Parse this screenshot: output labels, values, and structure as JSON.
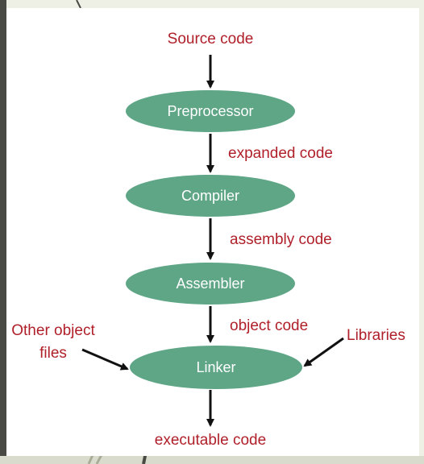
{
  "colors": {
    "node_fill": "#5fa687",
    "label_red": "#b0202a",
    "arrow": "#111111",
    "frame_dark": "#4a4a44",
    "backdrop": "#eef0e6"
  },
  "diagram": {
    "input_label": "Source code",
    "nodes": {
      "preprocessor": "Preprocessor",
      "compiler": "Compiler",
      "assembler": "Assembler",
      "linker": "Linker"
    },
    "edges": {
      "expanded": "expanded code",
      "assembly": "assembly code",
      "object": "object code"
    },
    "side_inputs": {
      "other_line1": "Other object",
      "other_line2": "files",
      "libraries": "Libraries"
    },
    "output_label": "executable code"
  }
}
